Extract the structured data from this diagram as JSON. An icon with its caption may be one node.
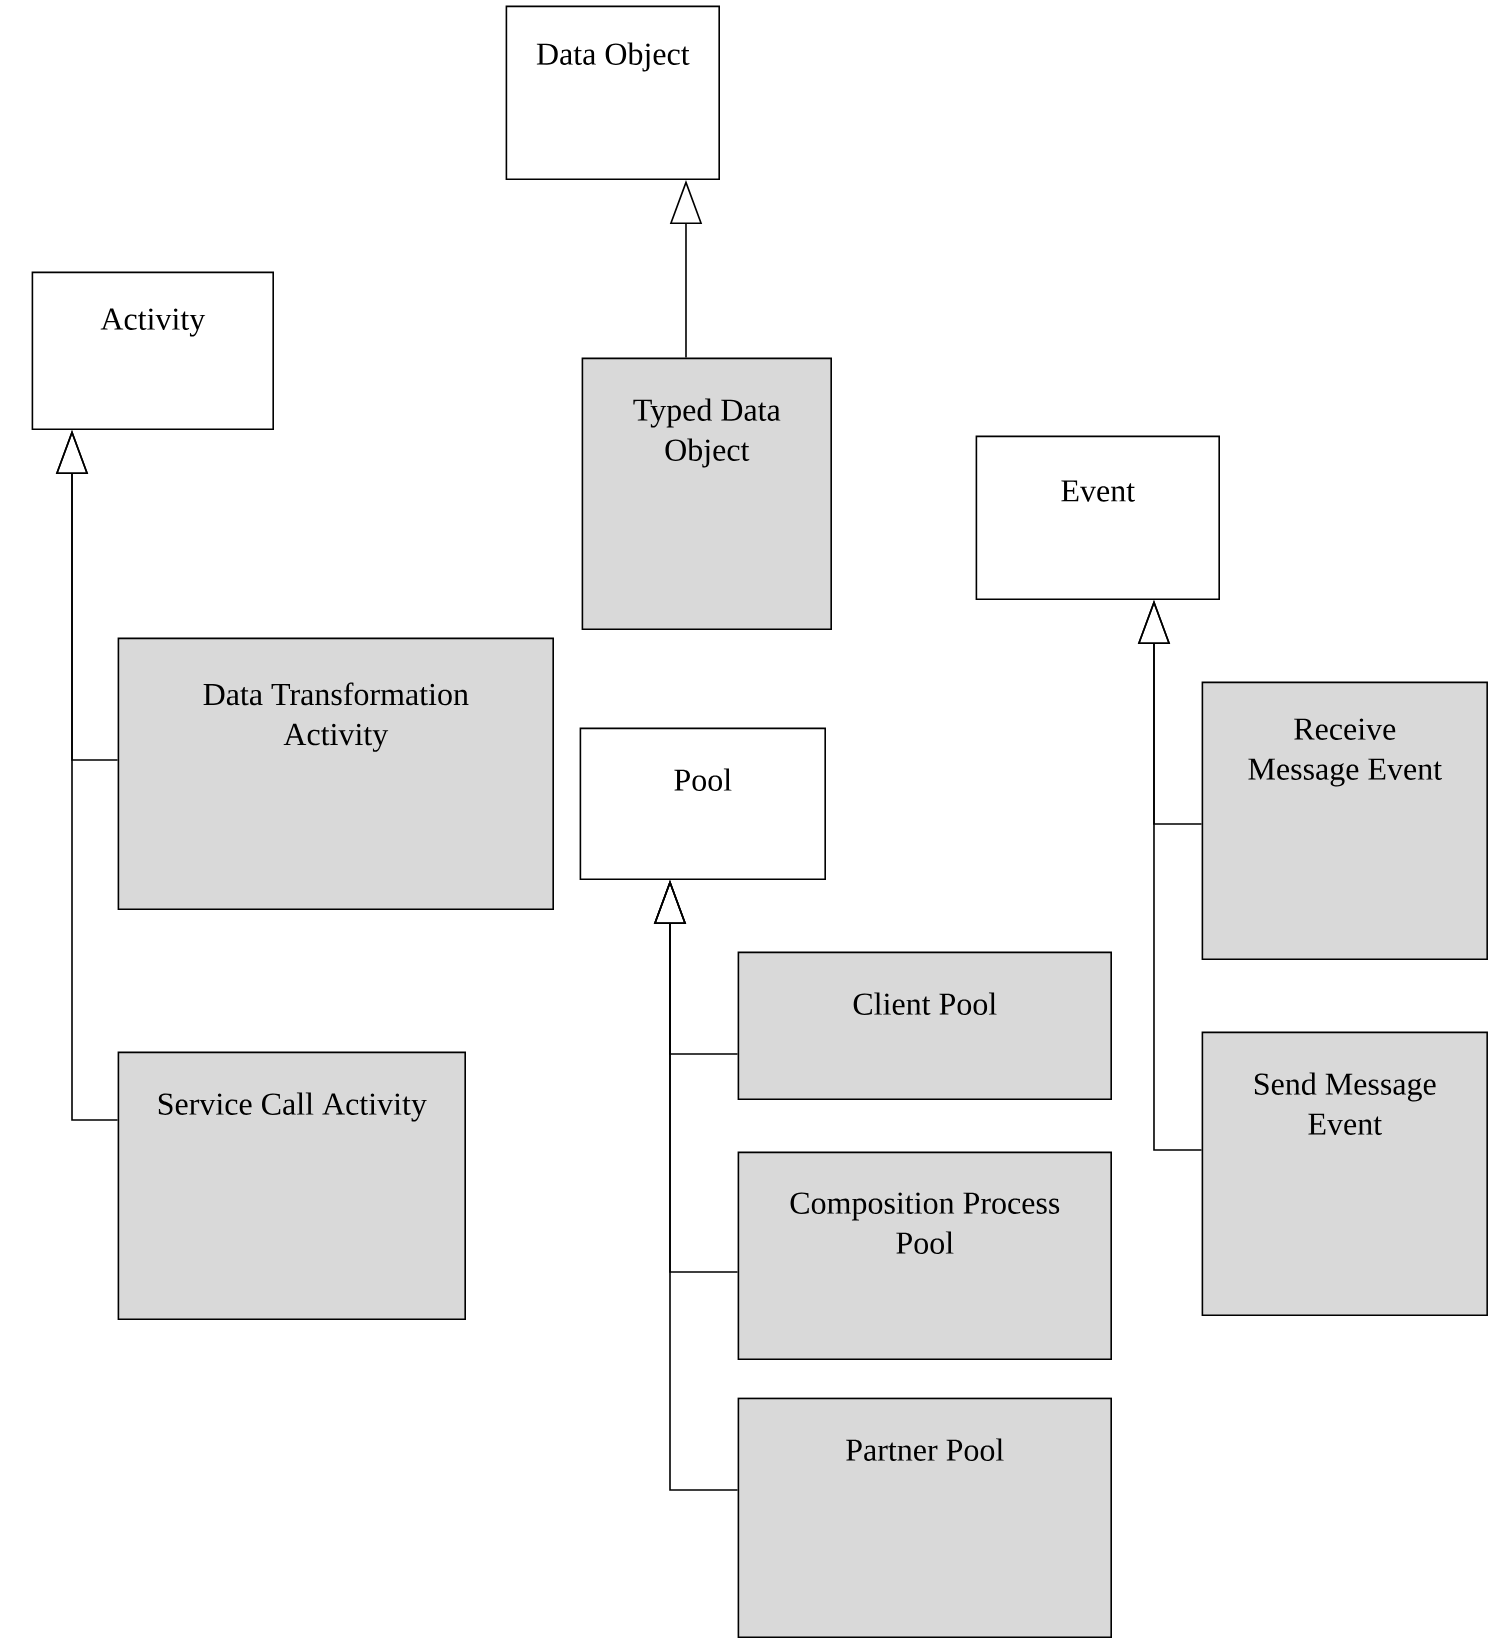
{
  "diagram": {
    "nodes": [
      {
        "text": [
          "Data Object"
        ]
      },
      {
        "text": [
          "Typed Data Object"
        ]
      },
      {
        "text": [
          "Activity"
        ]
      },
      {
        "text": [
          "Data Transformation Activity"
        ]
      },
      {
        "text": [
          "Service Call Activity"
        ]
      },
      {
        "text": [
          "Event"
        ]
      },
      {
        "text": [
          "Receive Message Event"
        ]
      },
      {
        "text": [
          "Send Message Event"
        ]
      },
      {
        "text": [
          "Pool"
        ]
      },
      {
        "text": [
          "Client Pool"
        ]
      },
      {
        "text": [
          "Composition Process Pool"
        ]
      },
      {
        "text": [
          "Partner Pool"
        ]
      }
    ],
    "edges": [
      {
        "from": 1,
        "to": 0,
        "arrow": "to"
      },
      {
        "from": 3,
        "to": 2,
        "arrow": "to"
      },
      {
        "from": 4,
        "to": 2,
        "arrow": "to"
      },
      {
        "from": 6,
        "to": 5,
        "arrow": "to"
      },
      {
        "from": 7,
        "to": 5,
        "arrow": "to"
      },
      {
        "from": 9,
        "to": 8,
        "arrow": "to"
      },
      {
        "from": 10,
        "to": 8,
        "arrow": "to"
      },
      {
        "from": 11,
        "to": 8,
        "arrow": "to"
      }
    ]
  }
}
